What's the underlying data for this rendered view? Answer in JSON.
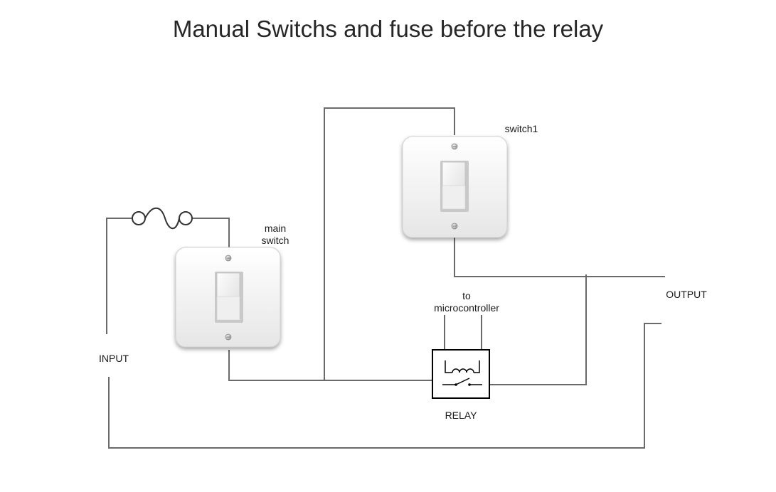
{
  "title": "Manual Switchs and fuse before the relay",
  "labels": {
    "main_switch_line1": "main",
    "main_switch_line2": "switch",
    "switch1": "switch1",
    "to_line1": "to",
    "to_line2": "microcontroller",
    "output": "OUTPUT",
    "input": "INPUT",
    "relay": "RELAY"
  },
  "colors": {
    "wire": "#6a6a6a",
    "plate": "#f4f4f4",
    "relay_stroke": "#000000"
  }
}
